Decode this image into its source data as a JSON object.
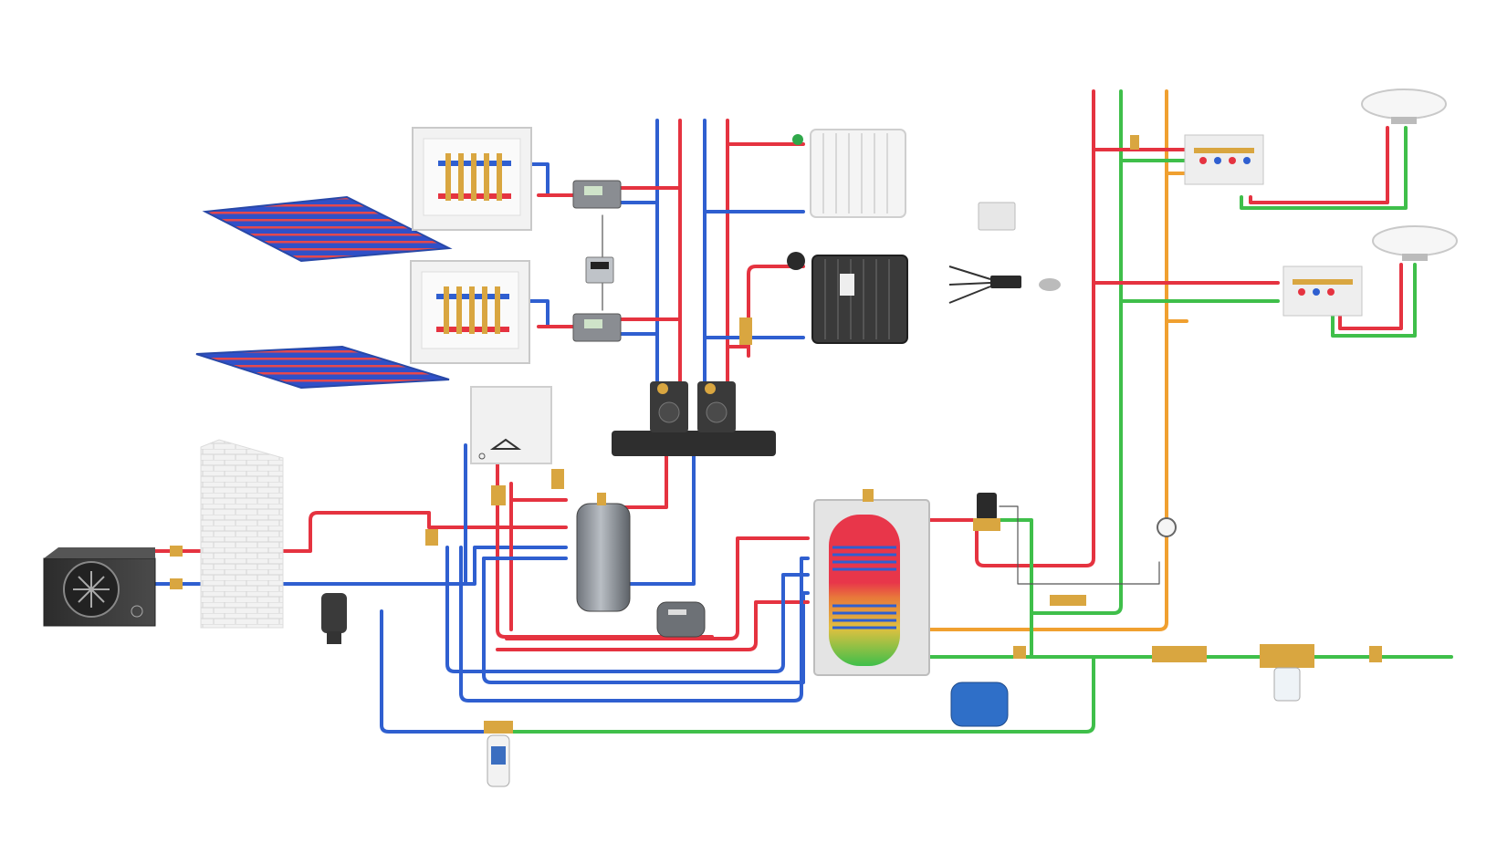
{
  "diagram": {
    "title": "",
    "colors": {
      "supply_hot": "#e53340",
      "return_cold": "#2f5fd0",
      "cold_water": "#3fbf4a",
      "dhw_recirc": "#f0a030",
      "brass": "#d9a640",
      "housing_light": "#eeeeee",
      "housing_dark": "#3a3a3a"
    },
    "components": [
      {
        "id": "heat-pump",
        "icon": "fan-icon"
      },
      {
        "id": "wall",
        "icon": "brick-icon"
      },
      {
        "id": "gas-boiler",
        "icon": "flame-icon"
      },
      {
        "id": "buffer-tank",
        "icon": "tank-icon"
      },
      {
        "id": "hot-water-cylinder",
        "icon": "coil-icon"
      },
      {
        "id": "expansion-vessel-grey",
        "icon": "vessel-icon"
      },
      {
        "id": "expansion-vessel-blue",
        "icon": "vessel-icon"
      },
      {
        "id": "pump-station",
        "icon": "pump-icon"
      },
      {
        "id": "underfloor-manifold-upper",
        "icon": "manifold-icon"
      },
      {
        "id": "underfloor-manifold-lower",
        "icon": "manifold-icon"
      },
      {
        "id": "underfloor-loop-upper",
        "icon": "floor-loop-icon"
      },
      {
        "id": "underfloor-loop-lower",
        "icon": "floor-loop-icon"
      },
      {
        "id": "heat-meter-upper",
        "icon": "meter-icon"
      },
      {
        "id": "heat-meter-lower",
        "icon": "meter-icon"
      },
      {
        "id": "controller",
        "icon": "display-icon"
      },
      {
        "id": "radiator-white",
        "icon": "radiator-icon"
      },
      {
        "id": "radiator-black",
        "icon": "radiator-icon"
      },
      {
        "id": "wifi-router",
        "icon": "antenna-icon"
      },
      {
        "id": "wall-thermostat",
        "icon": "thermostat-icon"
      },
      {
        "id": "dhw-manifold-upper",
        "icon": "manifold-icon"
      },
      {
        "id": "dhw-manifold-lower",
        "icon": "manifold-icon"
      },
      {
        "id": "washbasin-upper",
        "icon": "sink-icon"
      },
      {
        "id": "washbasin-lower",
        "icon": "sink-icon"
      },
      {
        "id": "thermostatic-mixer",
        "icon": "valve-icon"
      },
      {
        "id": "water-filter-main",
        "icon": "filter-icon"
      },
      {
        "id": "water-filter-small",
        "icon": "filter-icon"
      },
      {
        "id": "dirt-separator",
        "icon": "separator-icon"
      },
      {
        "id": "pressure-gauge",
        "icon": "gauge-icon"
      }
    ]
  }
}
